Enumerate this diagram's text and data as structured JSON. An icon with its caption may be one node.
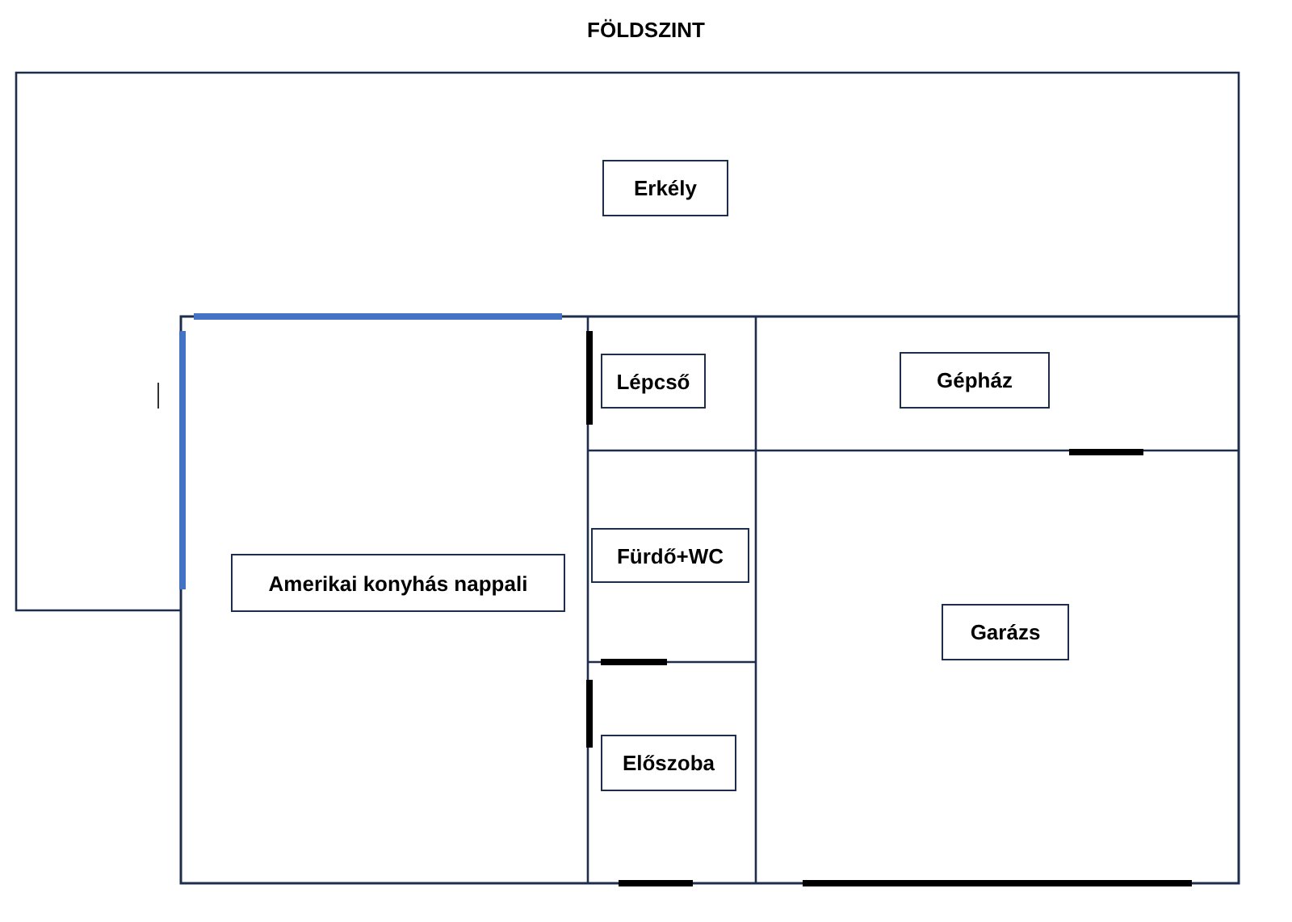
{
  "diagram": {
    "title": "FÖLDSZINT",
    "nodes": [
      {
        "text": [
          "Erkély"
        ]
      },
      {
        "text": [
          "Lépcső"
        ]
      },
      {
        "text": [
          "Gépház"
        ]
      },
      {
        "text": [
          "Fürdő+WC"
        ]
      },
      {
        "text": [
          "Amerikai konyhás nappali"
        ]
      },
      {
        "text": [
          "Garázs"
        ]
      },
      {
        "text": [
          "Előszoba"
        ]
      }
    ]
  }
}
